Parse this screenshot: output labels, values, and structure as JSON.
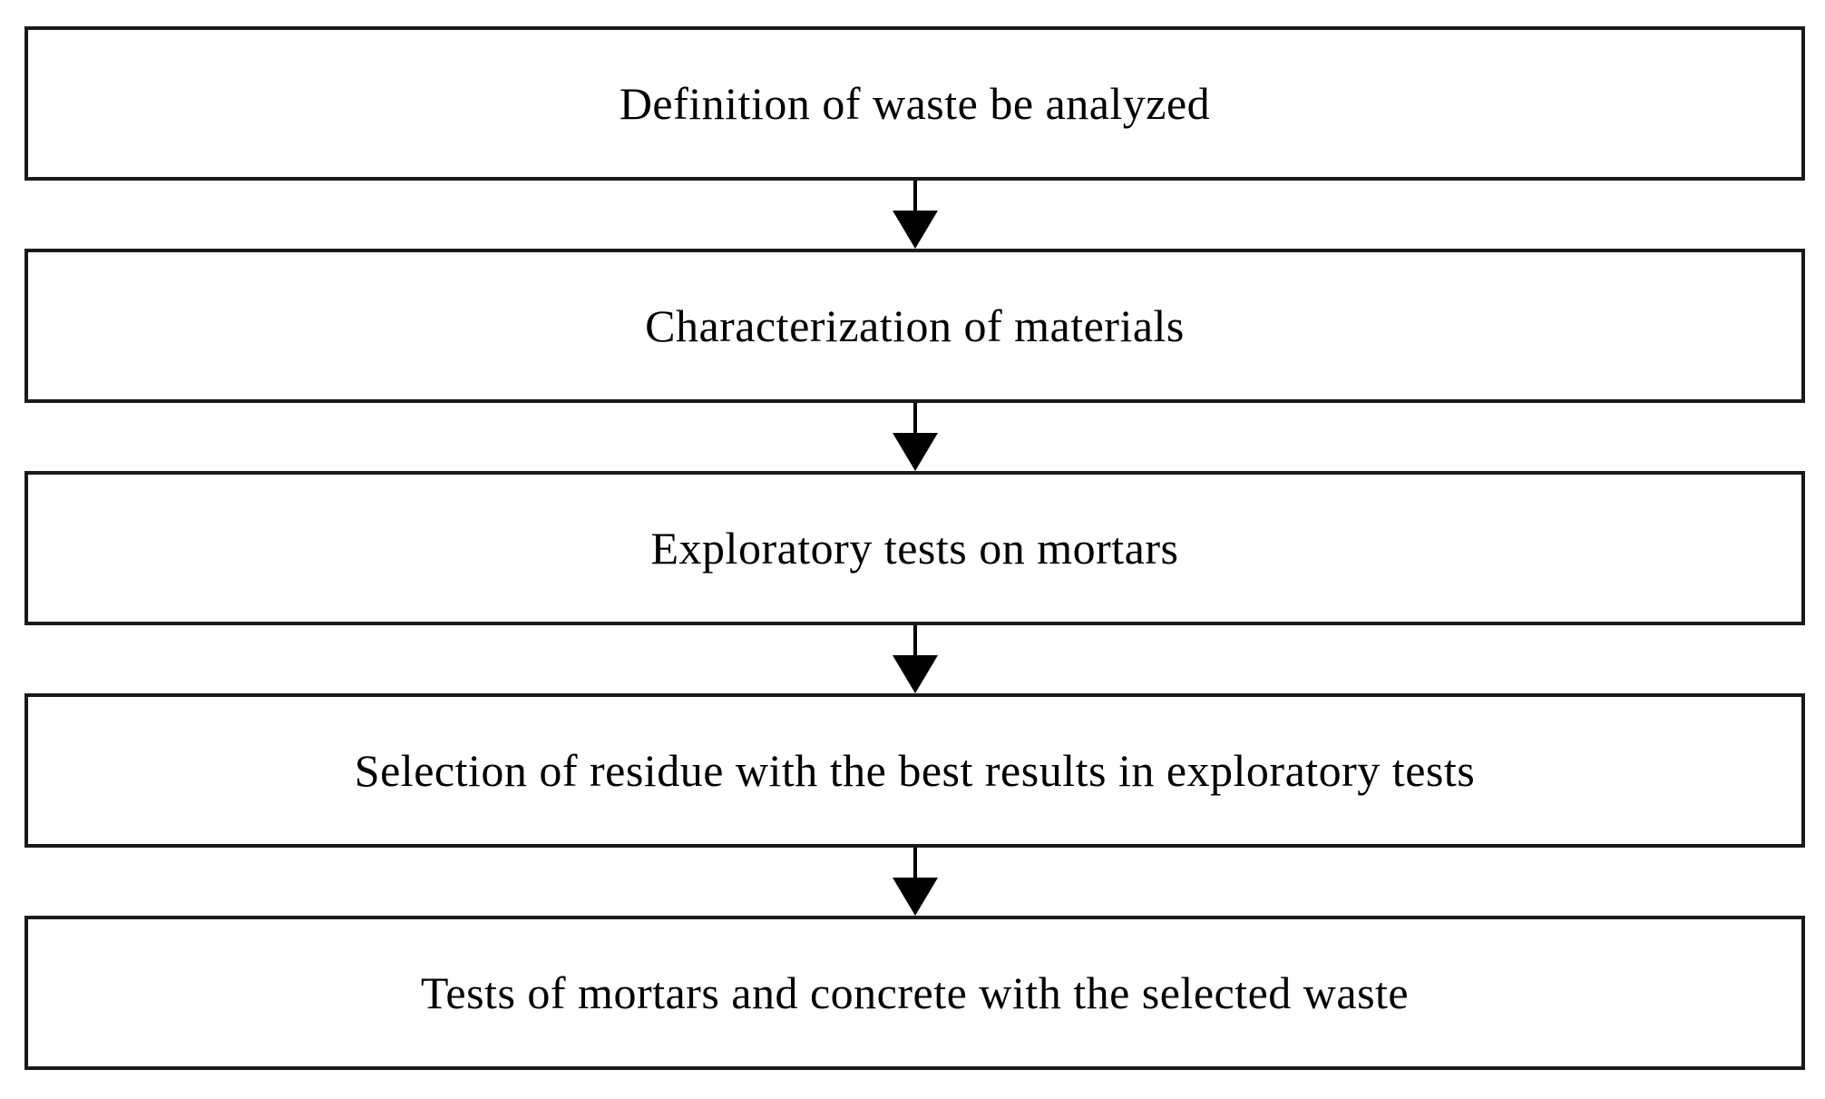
{
  "diagram": {
    "type": "flowchart",
    "direction": "top-down",
    "steps": [
      {
        "id": "definition",
        "label": "Definition of waste be analyzed"
      },
      {
        "id": "characterization",
        "label": "Characterization of materials"
      },
      {
        "id": "exploratory-tests",
        "label": "Exploratory tests on mortars"
      },
      {
        "id": "selection",
        "label": "Selection of residue with the best results in exploratory tests"
      },
      {
        "id": "final-tests",
        "label": "Tests of mortars and concrete with the selected waste"
      }
    ],
    "connectors": [
      {
        "from": "definition",
        "to": "characterization",
        "icon": "arrow-down-icon"
      },
      {
        "from": "characterization",
        "to": "exploratory-tests",
        "icon": "arrow-down-icon"
      },
      {
        "from": "exploratory-tests",
        "to": "selection",
        "icon": "arrow-down-icon"
      },
      {
        "from": "selection",
        "to": "final-tests",
        "icon": "arrow-down-icon"
      }
    ],
    "colors": {
      "background": "#ffffff",
      "box_fill": "#ffffff",
      "box_border": "#1a1a1a",
      "arrow": "#000000",
      "text": "#000000"
    }
  }
}
